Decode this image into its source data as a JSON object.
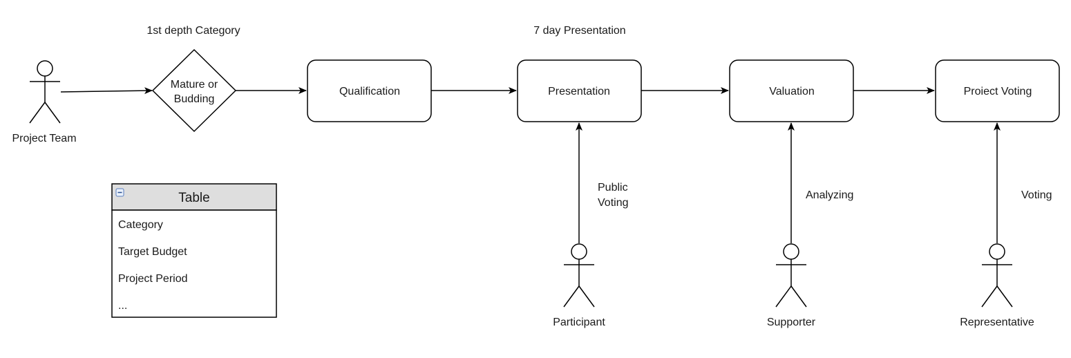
{
  "labels": {
    "category_annotation": "1st depth Category",
    "presentation_annotation": "7 day Presentation"
  },
  "decision": {
    "line1": "Mature or",
    "line2": "Budding"
  },
  "process_steps": {
    "qualification": "Qualification",
    "presentation": "Presentation",
    "valuation": "Valuation",
    "project_voting": "Proiect Voting"
  },
  "actors": {
    "project_team": "Project Team",
    "participant": "Participant",
    "supporter": "Supporter",
    "representative": "Representative"
  },
  "edge_labels": {
    "public_voting_line1": "Public",
    "public_voting_line2": "Voting",
    "analyzing": "Analyzing",
    "voting": "Voting"
  },
  "table": {
    "title": "Table",
    "collapse_glyph": "−",
    "rows": [
      "Category",
      "Target Budget",
      "Project Period",
      "..."
    ]
  }
}
